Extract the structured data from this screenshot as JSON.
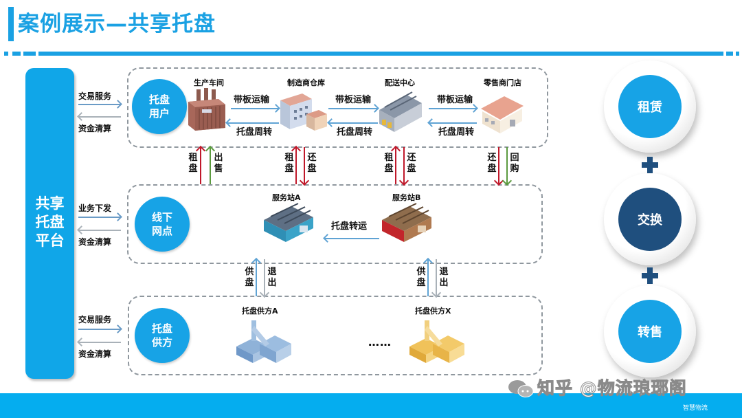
{
  "header": {
    "title": "案例展示—共享托盘",
    "accent_color": "#1aa1e3"
  },
  "platform": {
    "label_lines": [
      "共享",
      "托盘",
      "平台"
    ],
    "color": "#10a6e8"
  },
  "rows": [
    {
      "id": "users",
      "flow_in": "交易服务",
      "flow_out": "资金清算",
      "role_lines": [
        "托盘",
        "用户"
      ],
      "nodes": [
        {
          "label": "生产车间",
          "icon": "factory-icon"
        },
        {
          "label": "制造商仓库",
          "icon": "warehouse-icon"
        },
        {
          "label": "配送中心",
          "icon": "distribution-center-icon"
        },
        {
          "label": "零售商门店",
          "icon": "retail-store-icon"
        }
      ],
      "links": [
        {
          "forward": "带板运输",
          "back": "托盘周转"
        },
        {
          "forward": "带板运输",
          "back": "托盘周转"
        },
        {
          "forward": "带板运输",
          "back": "托盘周转"
        }
      ]
    },
    {
      "id": "outlets",
      "flow_in": "业务下发",
      "flow_out": "资金清算",
      "role_lines": [
        "线下",
        "网点"
      ],
      "nodes": [
        {
          "label": "服务站A",
          "icon": "service-station-icon"
        },
        {
          "label": "服务站B",
          "icon": "service-station-icon"
        }
      ],
      "link": "托盘转运"
    },
    {
      "id": "suppliers",
      "flow_in": "交易服务",
      "flow_out": "资金清算",
      "role_lines": [
        "托盘",
        "供方"
      ],
      "nodes": [
        {
          "label": "托盘供方A",
          "icon": "supplier-factory-icon"
        },
        {
          "label": "托盘供方X",
          "icon": "supplier-factory-icon"
        }
      ],
      "ellipsis": "……"
    }
  ],
  "vertical_links_top": [
    {
      "left": "租盘",
      "right": "出售"
    },
    {
      "left": "租盘",
      "right": "还盘"
    },
    {
      "left": "租盘",
      "right": "还盘"
    },
    {
      "left": "还盘",
      "right": "回购"
    }
  ],
  "vertical_links_bottom": [
    {
      "left": "供盘",
      "right": "退出"
    },
    {
      "left": "供盘",
      "right": "退出"
    }
  ],
  "business_modes": [
    {
      "label": "租赁",
      "color": "#17a3e6"
    },
    {
      "label": "交换",
      "color": "#1f4f7e"
    },
    {
      "label": "转售",
      "color": "#17a3e6"
    }
  ],
  "footer": {
    "brand": "智慧物流",
    "watermark": "知乎 @物流琅琊阁"
  }
}
